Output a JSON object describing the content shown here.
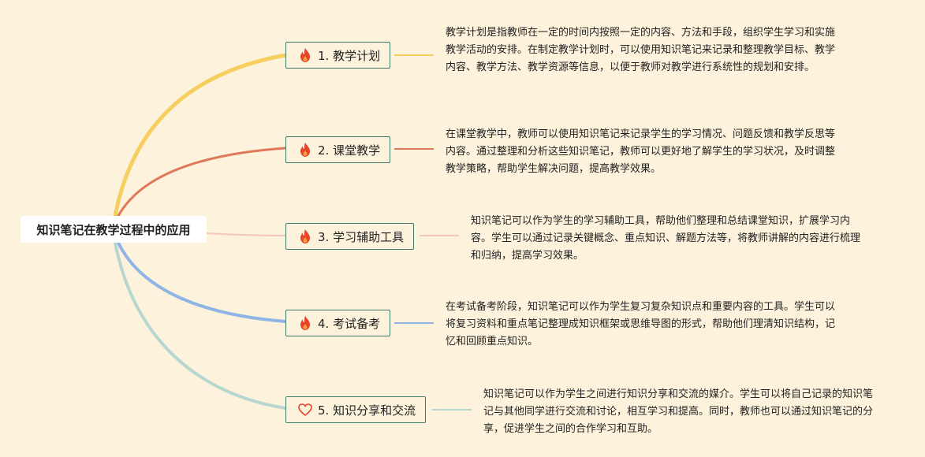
{
  "root": {
    "label": "知识笔记在教学过程中的应用"
  },
  "branches": [
    {
      "label": "1. 教学计划",
      "icon": "fire-icon",
      "color": "#f7cf60",
      "text": "教学计划是指教师在一定的时间内按照一定的内容、方法和手段，组织学生学习和实施教学活动的安排。在制定教学计划时，可以使用知识笔记来记录和整理教学目标、教学内容、教学方法、教学资源等信息，以便于教师对教学进行系统性的规划和安排。"
    },
    {
      "label": "2. 课堂教学",
      "icon": "fire-icon",
      "color": "#e0785a",
      "text": "在课堂教学中，教师可以使用知识笔记来记录学生的学习情况、问题反馈和教学反思等内容。通过整理和分析这些知识笔记，教师可以更好地了解学生的学习状况，及时调整教学策略，帮助学生解决问题，提高教学效果。"
    },
    {
      "label": "3. 学习辅助工具",
      "icon": "fire-icon",
      "color": "#f2c7bd",
      "text": "知识笔记可以作为学生的学习辅助工具，帮助他们整理和总结课堂知识，扩展学习内容。学生可以通过记录关键概念、重点知识、解题方法等，将教师讲解的内容进行梳理和归纳，提高学习效果。"
    },
    {
      "label": "4. 考试备考",
      "icon": "fire-icon",
      "color": "#8fb4e6",
      "text": "在考试备考阶段，知识笔记可以作为学生复习复杂知识点和重要内容的工具。学生可以将复习资料和重点笔记整理成知识框架或思维导图的形式，帮助他们理清知识结构，记忆和回顾重点知识。"
    },
    {
      "label": "5. 知识分享和交流",
      "icon": "heart-outline-icon",
      "color": "#b8d6d0",
      "text": "知识笔记可以作为学生之间进行知识分享和交流的媒介。学生可以将自己记录的知识笔记与其他同学进行交流和讨论，相互学习和提高。同时，教师也可以通过知识笔记的分享，促进学生之间的合作学习和互助。"
    }
  ]
}
